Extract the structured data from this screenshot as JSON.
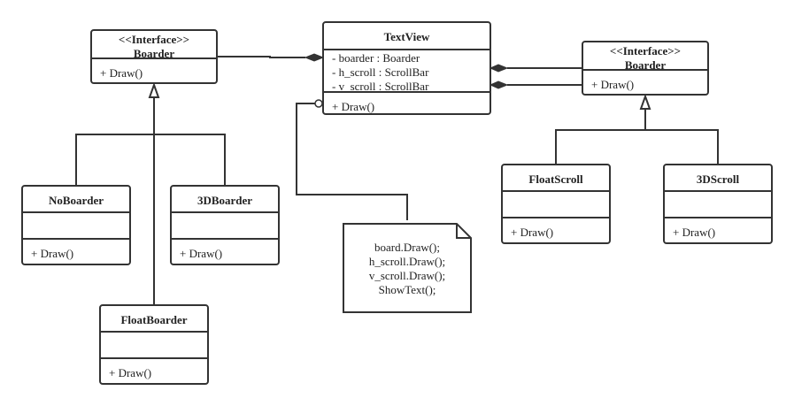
{
  "colors": {
    "stroke": "#333333",
    "text": "#222222",
    "background": "#ffffff"
  },
  "classes": {
    "boarder_left": {
      "stereotype": "<<Interface>>",
      "name": "Boarder",
      "methods": [
        "+ Draw()"
      ]
    },
    "textview": {
      "name": "TextView",
      "attributes": [
        "- boarder : Boarder",
        "- h_scroll : ScrollBar",
        "- v_scroll : ScrollBar"
      ],
      "methods": [
        "+ Draw()"
      ]
    },
    "boarder_right": {
      "stereotype": "<<Interface>>",
      "name": "Boarder",
      "methods": [
        "+ Draw()"
      ]
    },
    "noboarder": {
      "name": "NoBoarder",
      "methods": [
        "+ Draw()"
      ]
    },
    "boarder3d": {
      "name": "3DBoarder",
      "methods": [
        "+ Draw()"
      ]
    },
    "floatboarder": {
      "name": "FloatBoarder",
      "methods": [
        "+ Draw()"
      ]
    },
    "floatscroll": {
      "name": "FloatScroll",
      "methods": [
        "+ Draw()"
      ]
    },
    "scroll3d": {
      "name": "3DScroll",
      "methods": [
        "+ Draw()"
      ]
    }
  },
  "note": {
    "lines": [
      "board.Draw();",
      "h_scroll.Draw();",
      "v_scroll.Draw();",
      "ShowText();"
    ]
  }
}
